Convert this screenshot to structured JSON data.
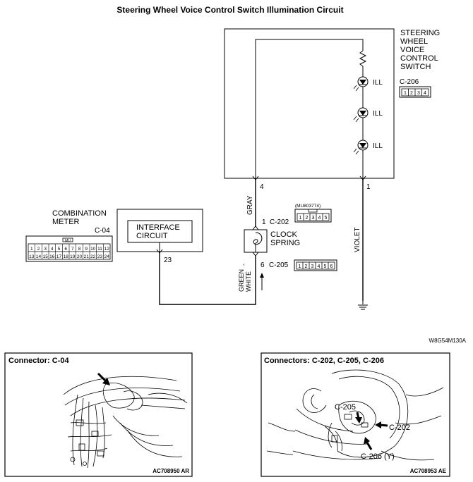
{
  "title": "Steering Wheel Voice Control Switch Illumination Circuit",
  "switch": {
    "name_lines": [
      "STEERING",
      "WHEEL",
      "VOICE",
      "CONTROL",
      "SWITCH"
    ],
    "connector": "C-206",
    "connector_pins": [
      "1",
      "2",
      "3",
      "4"
    ],
    "led_labels": [
      "ILL",
      "ILL",
      "ILL"
    ],
    "pin_left": "4",
    "pin_right": "1"
  },
  "meter": {
    "name_lines": [
      "COMBINATION",
      "METER"
    ],
    "connector": "C-04",
    "pins_top": [
      "1",
      "2",
      "3",
      "4",
      "5",
      "6",
      "7",
      "8",
      "9",
      "10",
      "11",
      "12"
    ],
    "pins_bottom": [
      "13",
      "14",
      "15",
      "16",
      "17",
      "18",
      "19",
      "20",
      "21",
      "22",
      "23",
      "24"
    ],
    "mu_tag": "MU",
    "interface_lines": [
      "INTERFACE",
      "CIRCUIT"
    ],
    "pin": "23"
  },
  "clock_spring": {
    "name_lines": [
      "CLOCK",
      "SPRING"
    ],
    "top_pin": "1",
    "top_connector": "C-202",
    "part_number": "(MU803774)",
    "top_pins": [
      "1",
      "2",
      "3",
      "4",
      "5"
    ],
    "bottom_pin": "6",
    "bottom_connector": "C-205",
    "bottom_pins": [
      "1",
      "2",
      "3",
      "4",
      "5",
      "6"
    ]
  },
  "wires": {
    "gray": "GRAY",
    "green_white": [
      "GREEN",
      "-",
      "WHITE"
    ],
    "violet": "VIOLET"
  },
  "diagram_code": "W8G54M130A",
  "panel_left": {
    "heading": "Connector: C-04",
    "callout": "",
    "code": "AC708950 AR"
  },
  "panel_right": {
    "heading": "Connectors: C-202, C-205, C-206",
    "callouts": [
      "C-205",
      "C-202",
      "C-206 (Y)"
    ],
    "code": "AC708953 AE"
  }
}
